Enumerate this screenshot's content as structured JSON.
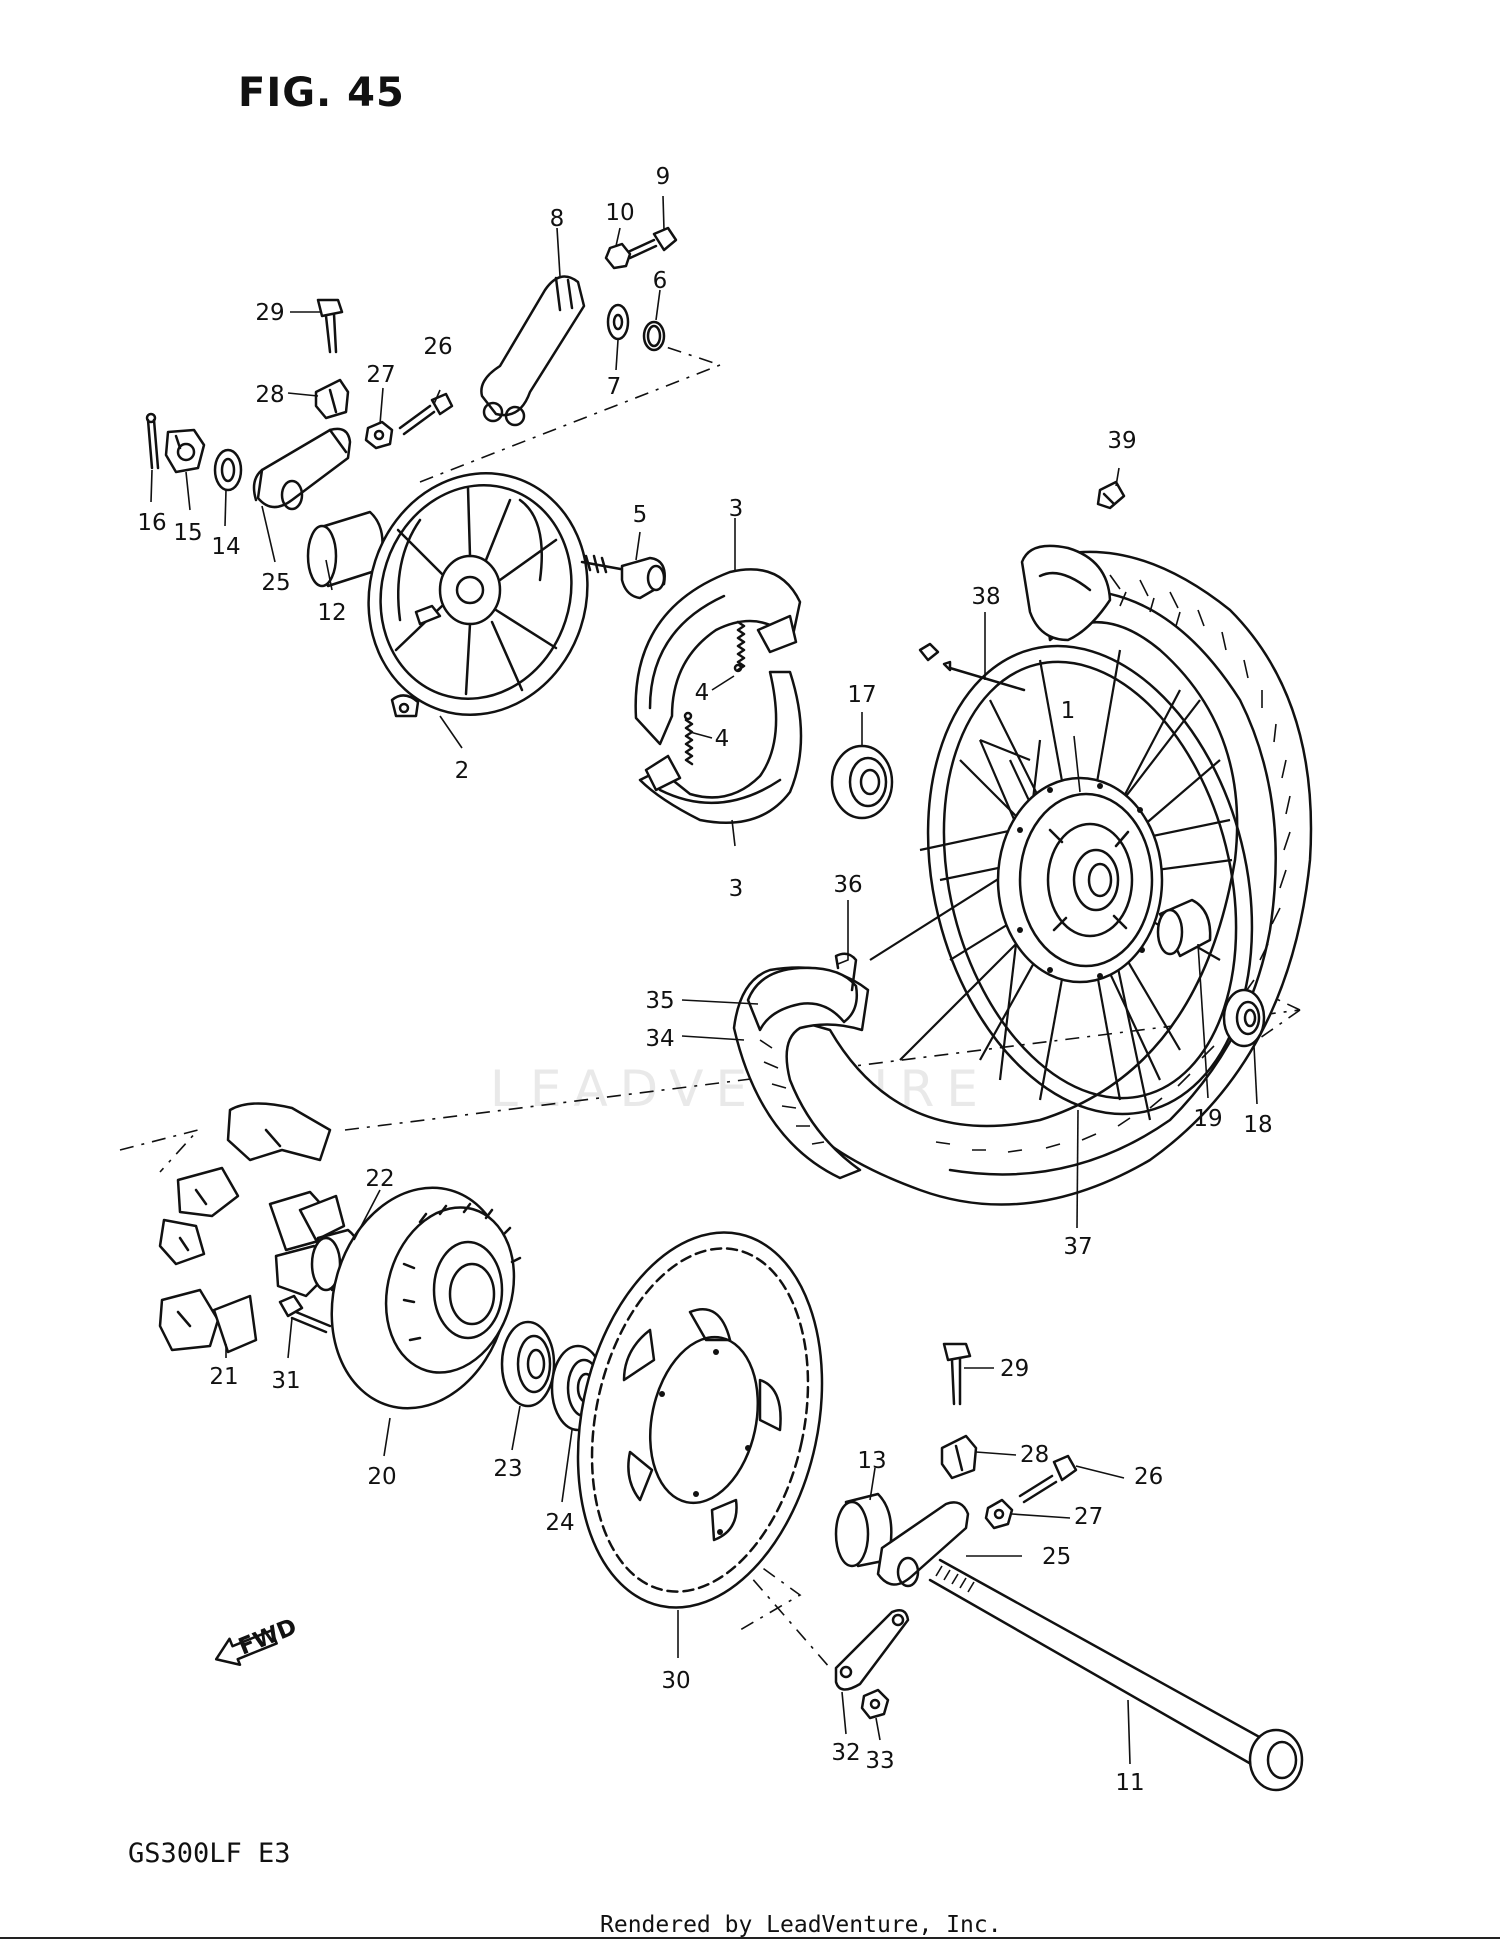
{
  "figure_title": "FIG. 45",
  "model_code": "GS300LF  E3",
  "footer_text": "Rendered by LeadVenture, Inc.",
  "watermark_text": "LEADVENTURE",
  "fwd_label": "FWD",
  "callouts": {
    "c1": "1",
    "c2": "2",
    "c3a": "3",
    "c3b": "3",
    "c4a": "4",
    "c4b": "4",
    "c5": "5",
    "c6": "6",
    "c7": "7",
    "c8": "8",
    "c9": "9",
    "c10": "10",
    "c11": "11",
    "c12": "12",
    "c13": "13",
    "c14": "14",
    "c15": "15",
    "c16": "16",
    "c17": "17",
    "c18": "18",
    "c19": "19",
    "c20": "20",
    "c21": "21",
    "c22": "22",
    "c23": "23",
    "c24": "24",
    "c25a": "25",
    "c25b": "25",
    "c26a": "26",
    "c26b": "26",
    "c27a": "27",
    "c27b": "27",
    "c28a": "28",
    "c28b": "28",
    "c29a": "29",
    "c29b": "29",
    "c30": "30",
    "c31": "31",
    "c32": "32",
    "c33": "33",
    "c34": "34",
    "c35": "35",
    "c36": "36",
    "c37": "37",
    "c38": "38",
    "c39": "39"
  }
}
